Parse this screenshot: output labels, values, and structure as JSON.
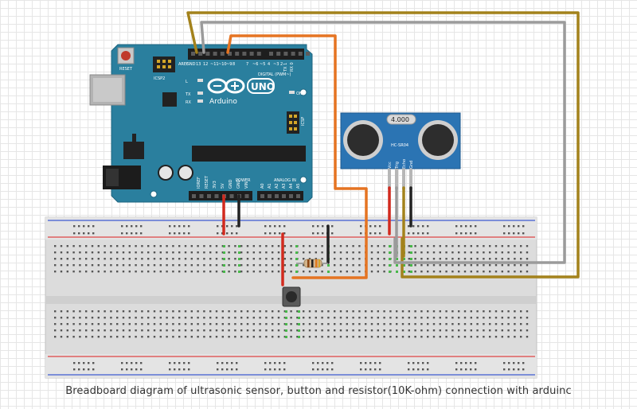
{
  "caption": "Breadboard diagram of ultrasonic sensor, button and resistor(10K-ohm) connection with arduinc",
  "arduino": {
    "reset": "RESET",
    "icsp2": "ICSP2",
    "icsp": "ICSP",
    "model": "UNO",
    "brand": "Arduino",
    "digital": "DIGITAL (PWM~)",
    "on": "ON",
    "tx": "TX",
    "rx": "RX",
    "l": "L",
    "power": "POWER",
    "analog": "ANALOG IN",
    "aref": "AREF",
    "gnd": "GND",
    "pin13": "13",
    "pin12": "12",
    "pin11": "~11",
    "pin10": "~10",
    "pin9": "~9",
    "pin8": "8",
    "pin7": "7",
    "pin6": "~6",
    "pin5": "~5",
    "pin4": "4",
    "pin3": "~3",
    "pin2": "2",
    "tx1": "TX 1",
    "rx0": "RX 0",
    "p_ioref": "IOREF",
    "p_reset": "RESET",
    "p_3v3": "3V3",
    "p_5v": "5V",
    "p_gnd1": "GND",
    "p_gnd2": "GND",
    "p_vin": "VIN",
    "a0": "A0",
    "a1": "A1",
    "a2": "A2",
    "a3": "A3",
    "a4": "A4",
    "a5": "A5"
  },
  "sensor": {
    "crystal": "4.000",
    "model": "HC-SR04",
    "vcc": "Vcc",
    "trig": "Trig",
    "echo": "Echo",
    "gnd": "Gnd"
  },
  "colors": {
    "arduino": "#2a7f9e",
    "sensor": "#2b74b3",
    "wire_red": "#d22a1e",
    "wire_black": "#222222",
    "wire_orange": "#e57422",
    "wire_gold": "#a3821c",
    "wire_gray": "#9b9b9b"
  }
}
